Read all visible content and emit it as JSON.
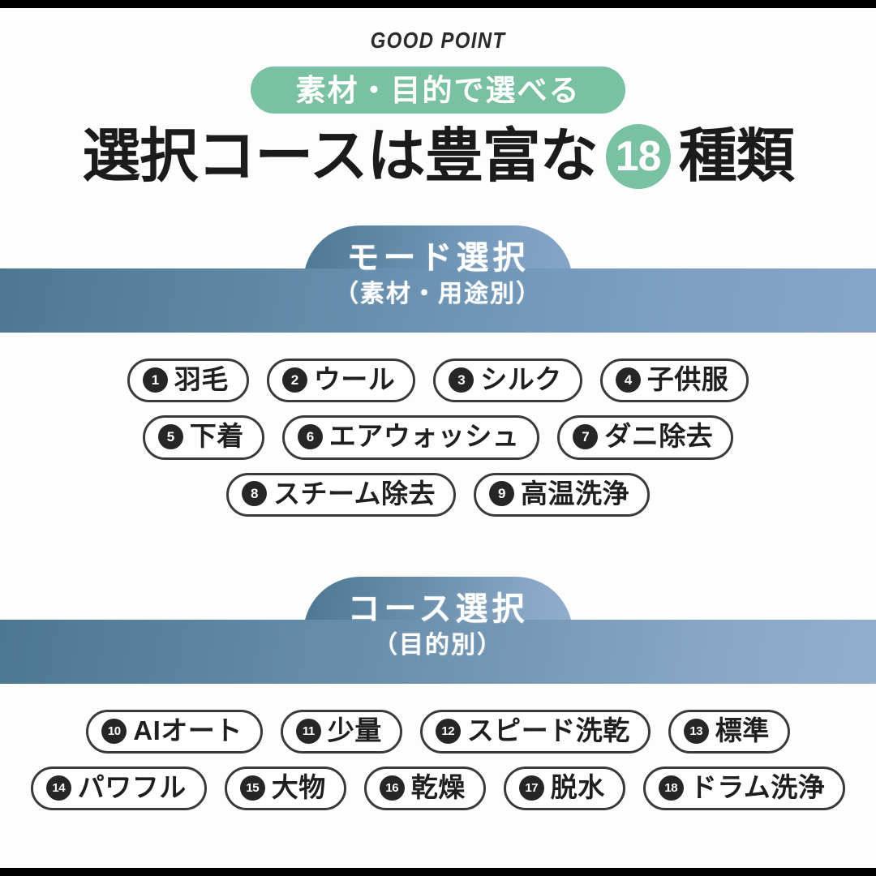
{
  "theme": {
    "green": "#79c1a2",
    "band_dark_blue": "#4d7792",
    "band_light_blue": "#86a5c8",
    "chip_border": "#3a3a3a",
    "chip_number_bg": "#262626",
    "text_dark": "#1b1b1b"
  },
  "header": {
    "eyebrow": "GOOD POINT",
    "pill_text": "素材・目的で選べる",
    "headline_prefix": "選択コースは豊富な",
    "headline_badge_number": "18",
    "headline_suffix": "種類"
  },
  "sections": [
    {
      "id": "mode-selection",
      "title": "モード選択",
      "subtitle": "（素材・用途別）",
      "rows": [
        [
          {
            "number": "1",
            "label": "羽毛"
          },
          {
            "number": "2",
            "label": "ウール"
          },
          {
            "number": "3",
            "label": "シルク"
          },
          {
            "number": "4",
            "label": "子供服"
          }
        ],
        [
          {
            "number": "5",
            "label": "下着"
          },
          {
            "number": "6",
            "label": "エアウォッシュ"
          },
          {
            "number": "7",
            "label": "ダニ除去"
          }
        ],
        [
          {
            "number": "8",
            "label": "スチーム除去"
          },
          {
            "number": "9",
            "label": "高温洗浄"
          }
        ]
      ]
    },
    {
      "id": "course-selection",
      "title": "コース選択",
      "subtitle": "（目的別）",
      "rows": [
        [
          {
            "number": "10",
            "label": "AIオート"
          },
          {
            "number": "11",
            "label": "少量"
          },
          {
            "number": "12",
            "label": "スピード洗乾"
          },
          {
            "number": "13",
            "label": "標準"
          }
        ],
        [
          {
            "number": "14",
            "label": "パワフル"
          },
          {
            "number": "15",
            "label": "大物"
          },
          {
            "number": "16",
            "label": "乾燥"
          },
          {
            "number": "17",
            "label": "脱水"
          },
          {
            "number": "18",
            "label": "ドラム洗浄"
          }
        ]
      ]
    }
  ]
}
